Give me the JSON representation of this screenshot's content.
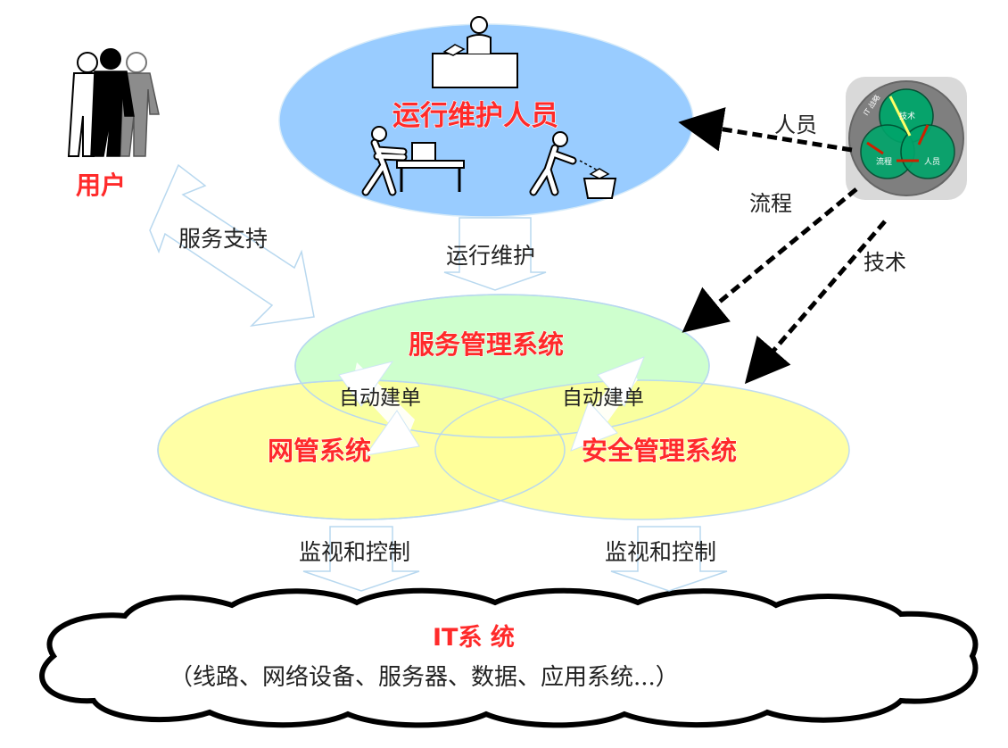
{
  "colors": {
    "ops_ellipse": "#99ccff",
    "service_ellipse": "#ccffcc",
    "side_ellipse": "#ffff99",
    "title_red": "#ff2a2a",
    "arrow_stroke": "#b8d8ef",
    "badge_bg": "#7f7f7f",
    "badge_circle": "#00a56a"
  },
  "labels": {
    "user": "用户",
    "ops_staff": "运行维护人员",
    "service_support": "服务支持",
    "ops_maintenance": "运行维护",
    "service_mgmt": "服务管理系统",
    "auto_ticket_left": "自动建单",
    "auto_ticket_right": "自动建单",
    "net_mgmt": "网管系统",
    "sec_mgmt": "安全管理系统",
    "monitor_left": "监视和控制",
    "monitor_right": "监视和控制",
    "it_system": "IT系 统",
    "it_system_detail": "（线路、网络设备、服务器、数据、应用系统...）",
    "people": "人员",
    "process": "流程",
    "technology": "技术"
  },
  "badge": {
    "ring": "IT 战略",
    "tech": "技术",
    "process": "流程",
    "people": "人员"
  },
  "icons": {
    "users": "people-group-icon",
    "desk_worker": "person-at-desk-icon",
    "table_worker": "person-pushing-box-icon",
    "bin_worker": "person-throwing-paper-icon",
    "badge": "it-strategy-triad-icon"
  }
}
